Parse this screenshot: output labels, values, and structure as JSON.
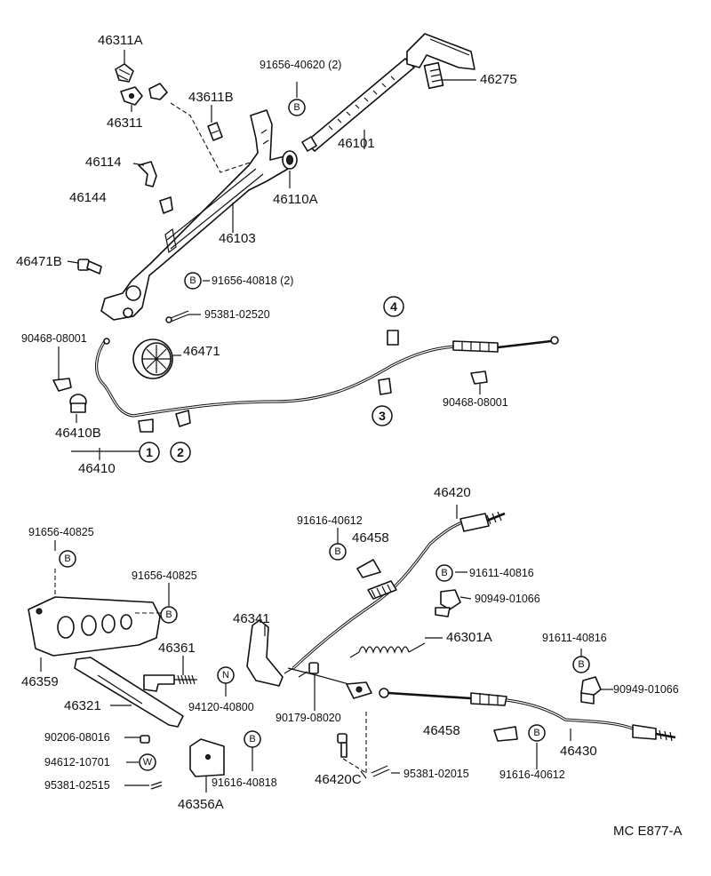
{
  "diagram": {
    "code": "MC  E877-A",
    "labels": {
      "p46311A": "46311A",
      "p46311": "46311",
      "p43611B": "43611B",
      "p91656_40620": "91656-40620 (2)",
      "p46275": "46275",
      "p46101": "46101",
      "p46114": "46114",
      "p46144": "46144",
      "p46110A": "46110A",
      "p46103": "46103",
      "p46471B": "46471B",
      "p91656_40818": "91656-40818 (2)",
      "p95381_02520": "95381-02520",
      "p90468_08001_l": "90468-08001",
      "p46471": "46471",
      "p46410B": "46410B",
      "p46410": "46410",
      "p90468_08001_r": "90468-08001",
      "p46420": "46420",
      "p91616_40612_t": "91616-40612",
      "p46458_t": "46458",
      "p91656_40825_a": "91656-40825",
      "p91656_40825_b": "91656-40825",
      "p91611_40816_a": "91611-40816",
      "p90949_01066_a": "90949-01066",
      "p46341": "46341",
      "p46301A": "46301A",
      "p46361": "46361",
      "p91611_40816_b": "91611-40816",
      "p46359": "46359",
      "p90949_01066_b": "90949-01066",
      "p94120_40800": "94120-40800",
      "p90179_08020": "90179-08020",
      "p46321": "46321",
      "p46458_b": "46458",
      "p46430": "46430",
      "p90206_08016": "90206-08016",
      "p94612_10701": "94612-10701",
      "p91616_40818": "91616-40818",
      "p46420C": "46420C",
      "p95381_02015": "95381-02015",
      "p91616_40612_b": "91616-40612",
      "p95381_02515": "95381-02515",
      "p46356A": "46356A"
    },
    "symbols": {
      "bolt": "B",
      "nut": "N",
      "washer": "W",
      "clip1": "1",
      "clip2": "2",
      "clip3": "3",
      "clip4": "4"
    }
  }
}
